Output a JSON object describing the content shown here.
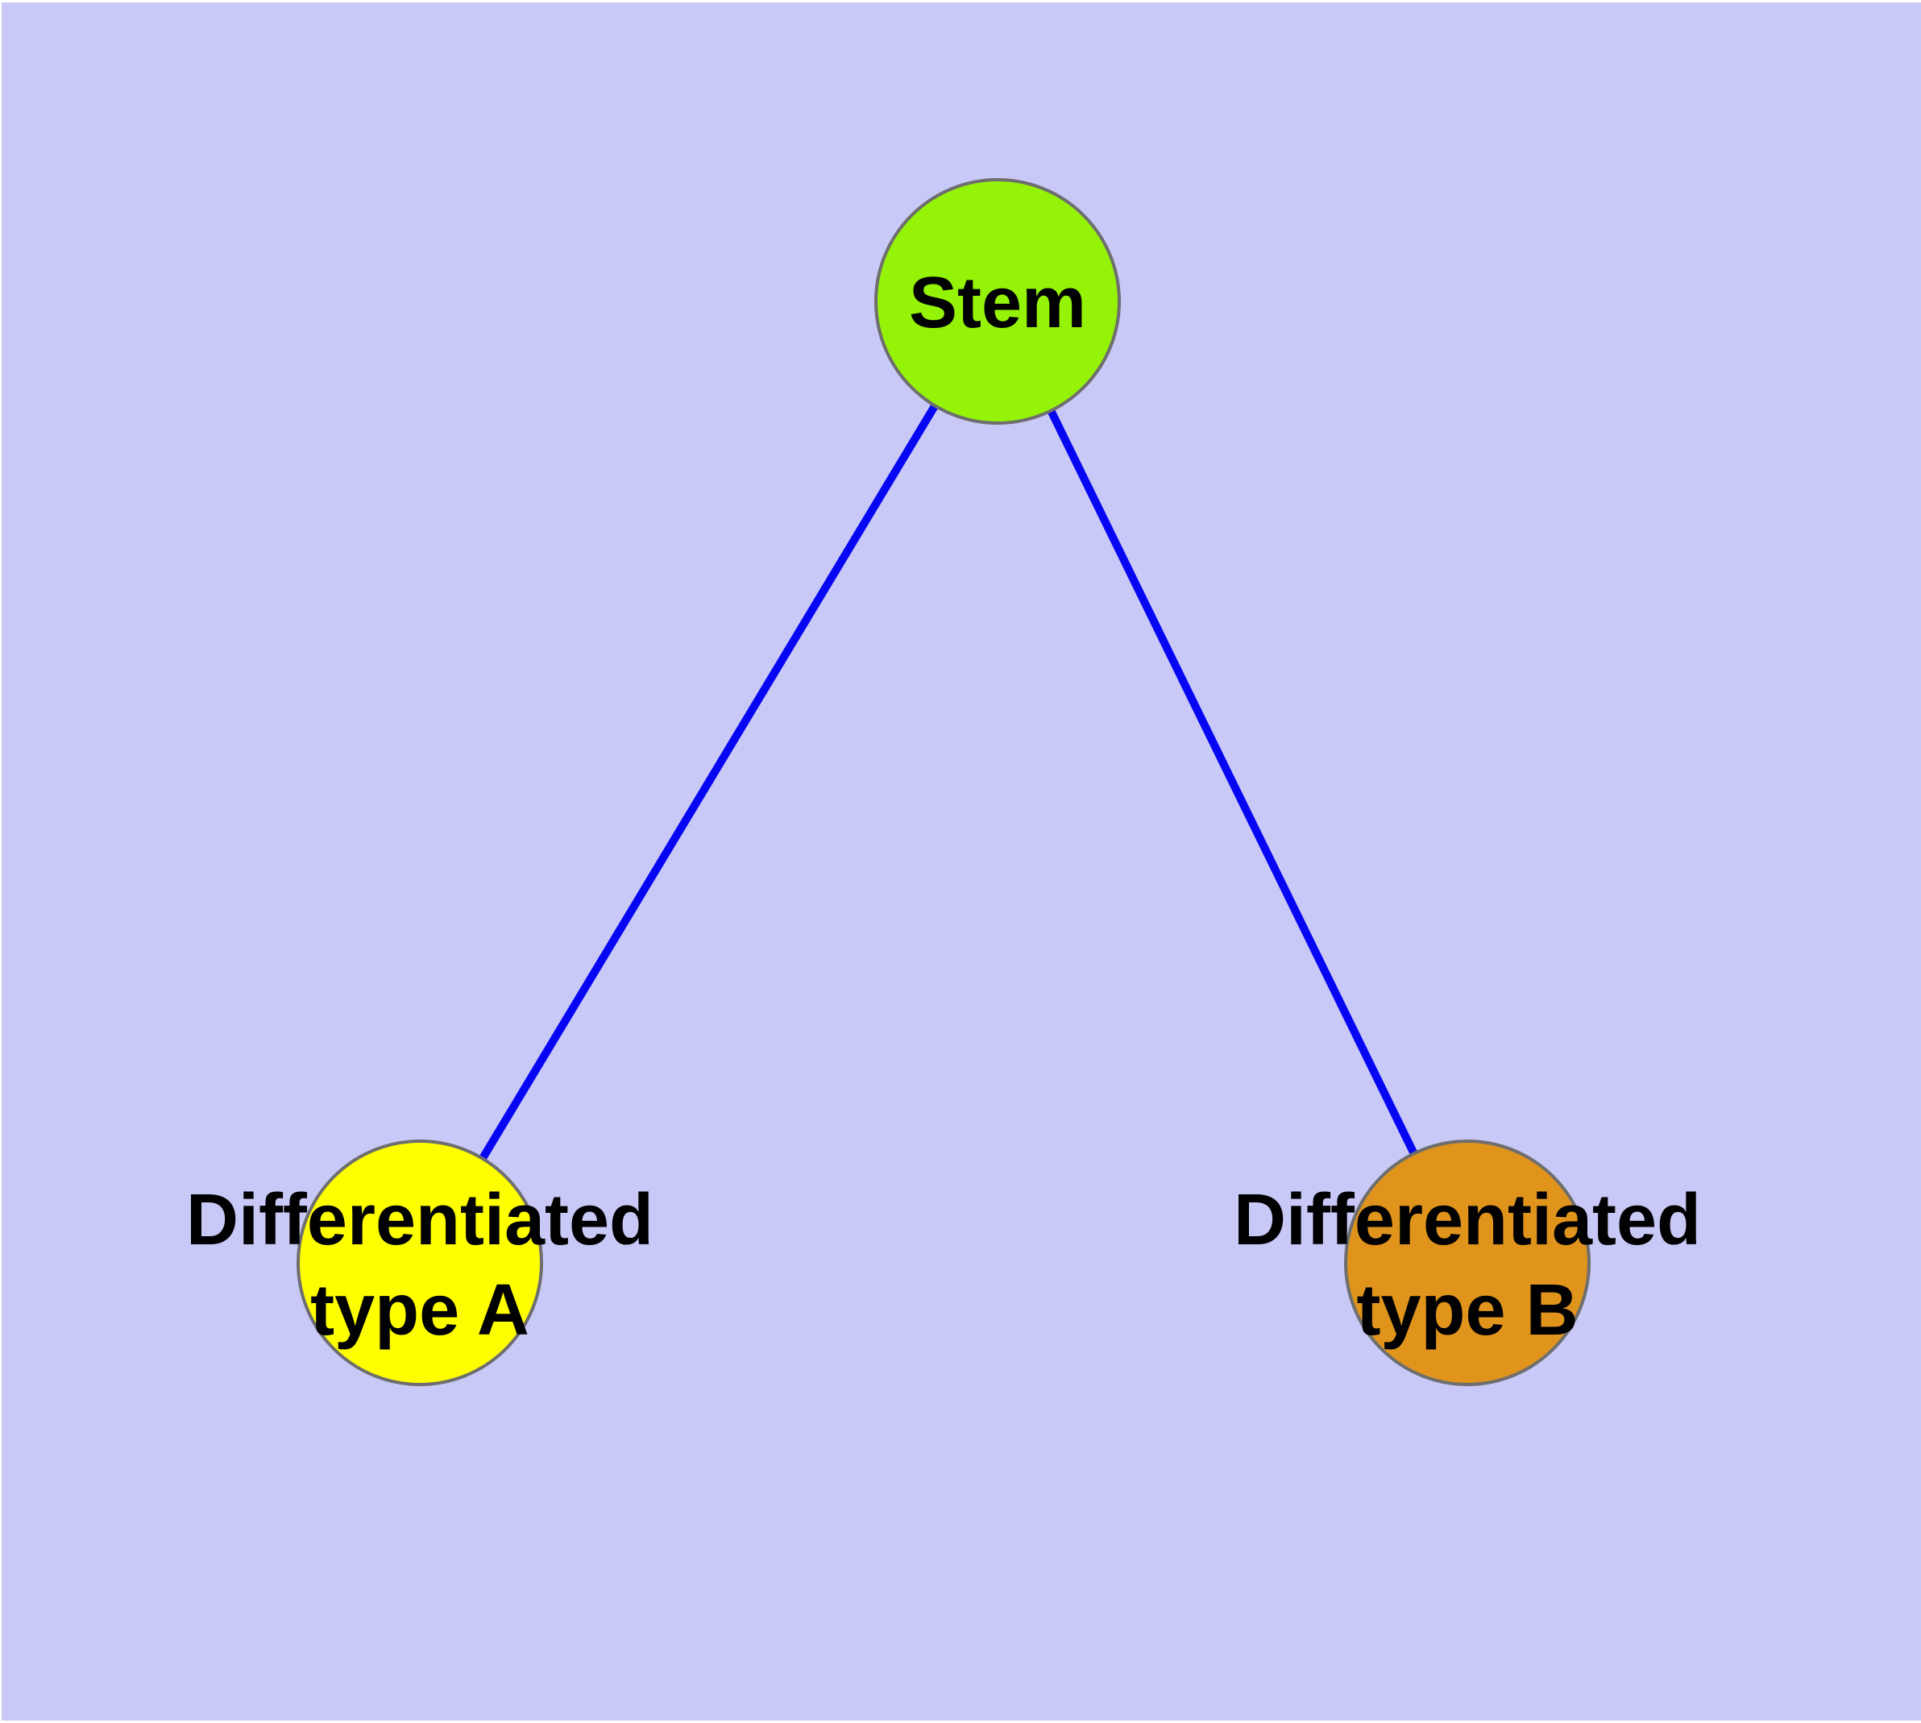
{
  "canvas": {
    "background_color": "#c9c9f7",
    "frame_color": "#ffffff"
  },
  "diagram": {
    "nodes": [
      {
        "id": "stem",
        "label": "Stem",
        "fill": "#94f307",
        "stroke": "#6e6e6e"
      },
      {
        "id": "type-a",
        "label_line1": "Differentiated",
        "label_line2": "type A",
        "fill": "#ffff00",
        "stroke": "#6e6e6e"
      },
      {
        "id": "type-b",
        "label_line1": "Differentiated",
        "label_line2": "type B",
        "fill": "#e0941c",
        "stroke": "#6e6e6e"
      }
    ],
    "edges": [
      {
        "from": "stem",
        "to": "type-a",
        "color": "#0606f2"
      },
      {
        "from": "stem",
        "to": "type-b",
        "color": "#0606f2"
      }
    ]
  }
}
